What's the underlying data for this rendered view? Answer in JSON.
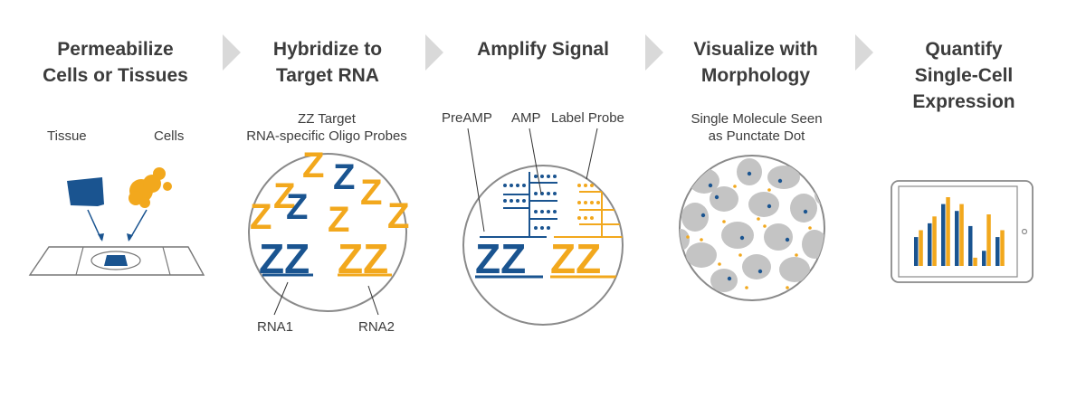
{
  "colors": {
    "blue": "#1a5490",
    "orange": "#f2a81d",
    "gray": "#8a8a8a",
    "light_gray": "#cfcfcf"
  },
  "steps": [
    {
      "title": "Permeabilize\nCells or Tissues"
    },
    {
      "title": "Hybridize to\nTarget RNA"
    },
    {
      "title": "Amplify Signal"
    },
    {
      "title": "Visualize with\nMorphology"
    },
    {
      "title": "Quantify\nSingle-Cell\nExpression"
    }
  ],
  "labels": {
    "tissue": "Tissue",
    "cells": "Cells",
    "zz_target": "ZZ Target\nRNA-specific Oligo Probes",
    "rna1": "RNA1",
    "rna2": "RNA2",
    "preamp": "PreAMP",
    "amp": "AMP",
    "label_probe": "Label Probe",
    "single_molecule": "Single Molecule Seen\nas Punctate Dot"
  },
  "chart_data": {
    "type": "bar",
    "series": [
      {
        "name": "",
        "color": "#1a5490",
        "values": [
          0.42,
          0.62,
          0.9,
          0.8,
          0.58,
          0.22,
          0.42
        ]
      },
      {
        "name": "",
        "color": "#f2a81d",
        "values": [
          0.52,
          0.72,
          1.0,
          0.9,
          0.12,
          0.75,
          0.52
        ]
      }
    ]
  }
}
